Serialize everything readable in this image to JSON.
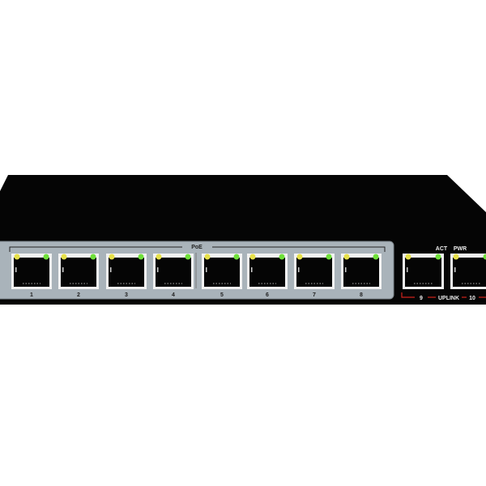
{
  "device": {
    "type": "network switch",
    "poe_label": "PoE",
    "ports": [
      {
        "label": "1"
      },
      {
        "label": "2"
      },
      {
        "label": "3"
      },
      {
        "label": "4"
      },
      {
        "label": "5"
      },
      {
        "label": "6"
      },
      {
        "label": "7"
      },
      {
        "label": "8"
      }
    ],
    "uplink": {
      "label": "UPLINK",
      "ports": [
        {
          "label": "9"
        },
        {
          "label": "10"
        }
      ]
    },
    "indicators": {
      "act": "ACT",
      "pwr": "PWR"
    },
    "colors": {
      "body": "#050505",
      "panel": "#a9b3ba",
      "led_yellow": "#e6e04a",
      "led_green": "#6fe03a",
      "uplink_line": "#d0231c"
    }
  }
}
